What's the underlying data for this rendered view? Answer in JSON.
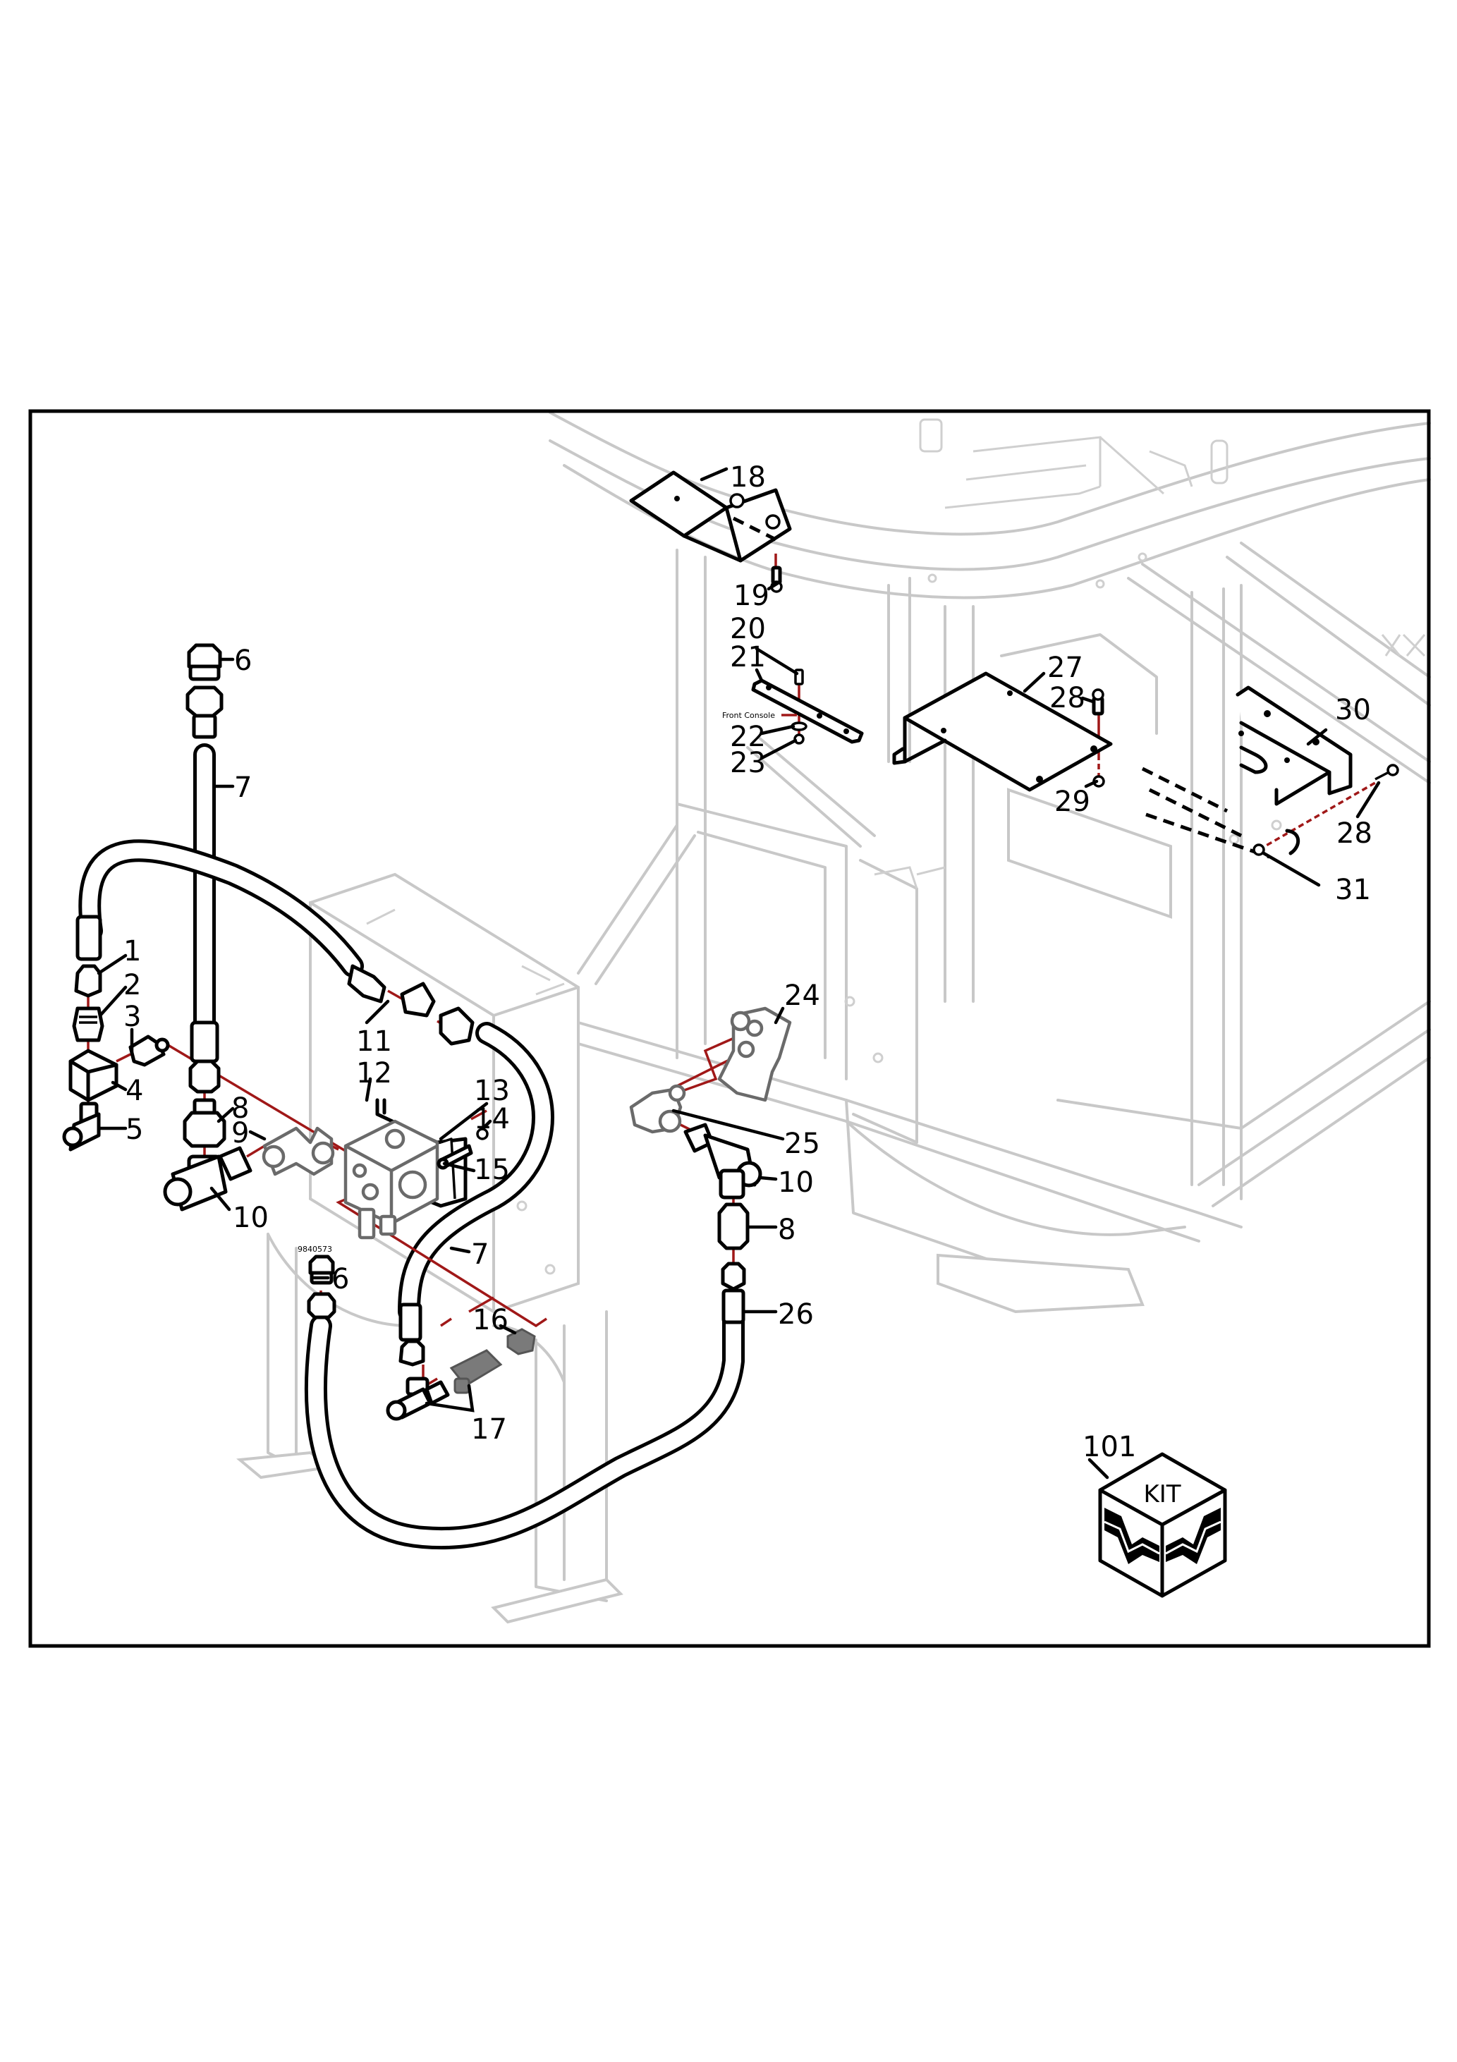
{
  "diagram": {
    "type": "exploded parts diagram",
    "subject": "hydraulic valve and hose installation kit on machine frame",
    "notes": {
      "front_console": "Front Console",
      "part_number": "9840573"
    },
    "kit": {
      "callout": "101",
      "label": "KIT"
    },
    "callouts": {
      "c1": "1",
      "c2": "2",
      "c3": "3",
      "c4": "4",
      "c5": "5",
      "c6a": "6",
      "c6b": "6",
      "c7a": "7",
      "c7b": "7",
      "c8a": "8",
      "c8b": "8",
      "c9": "9",
      "c10a": "10",
      "c10b": "10",
      "c11": "11",
      "c12": "12",
      "c13": "13",
      "c14": "14",
      "c15": "15",
      "c16": "16",
      "c17": "17",
      "c18": "18",
      "c19": "19",
      "c20": "20",
      "c21": "21",
      "c22": "22",
      "c23": "23",
      "c24": "24",
      "c25": "25",
      "c26": "26",
      "c27": "27",
      "c28a": "28",
      "c28b": "28",
      "c29": "29",
      "c30": "30",
      "c31": "31"
    },
    "item_numbers": [
      "1",
      "2",
      "3",
      "4",
      "5",
      "6",
      "7",
      "8",
      "9",
      "10",
      "11",
      "12",
      "13",
      "14",
      "15",
      "16",
      "17",
      "18",
      "19",
      "20",
      "21",
      "22",
      "23",
      "24",
      "25",
      "26",
      "27",
      "28",
      "29",
      "30",
      "31",
      "101"
    ],
    "colors": {
      "frame": "#000000",
      "background_structure": "#c8c8c8",
      "assembly_axis": "#a01818",
      "highlight_component": "#000000",
      "secondary_component": "#6a6a6a"
    }
  }
}
